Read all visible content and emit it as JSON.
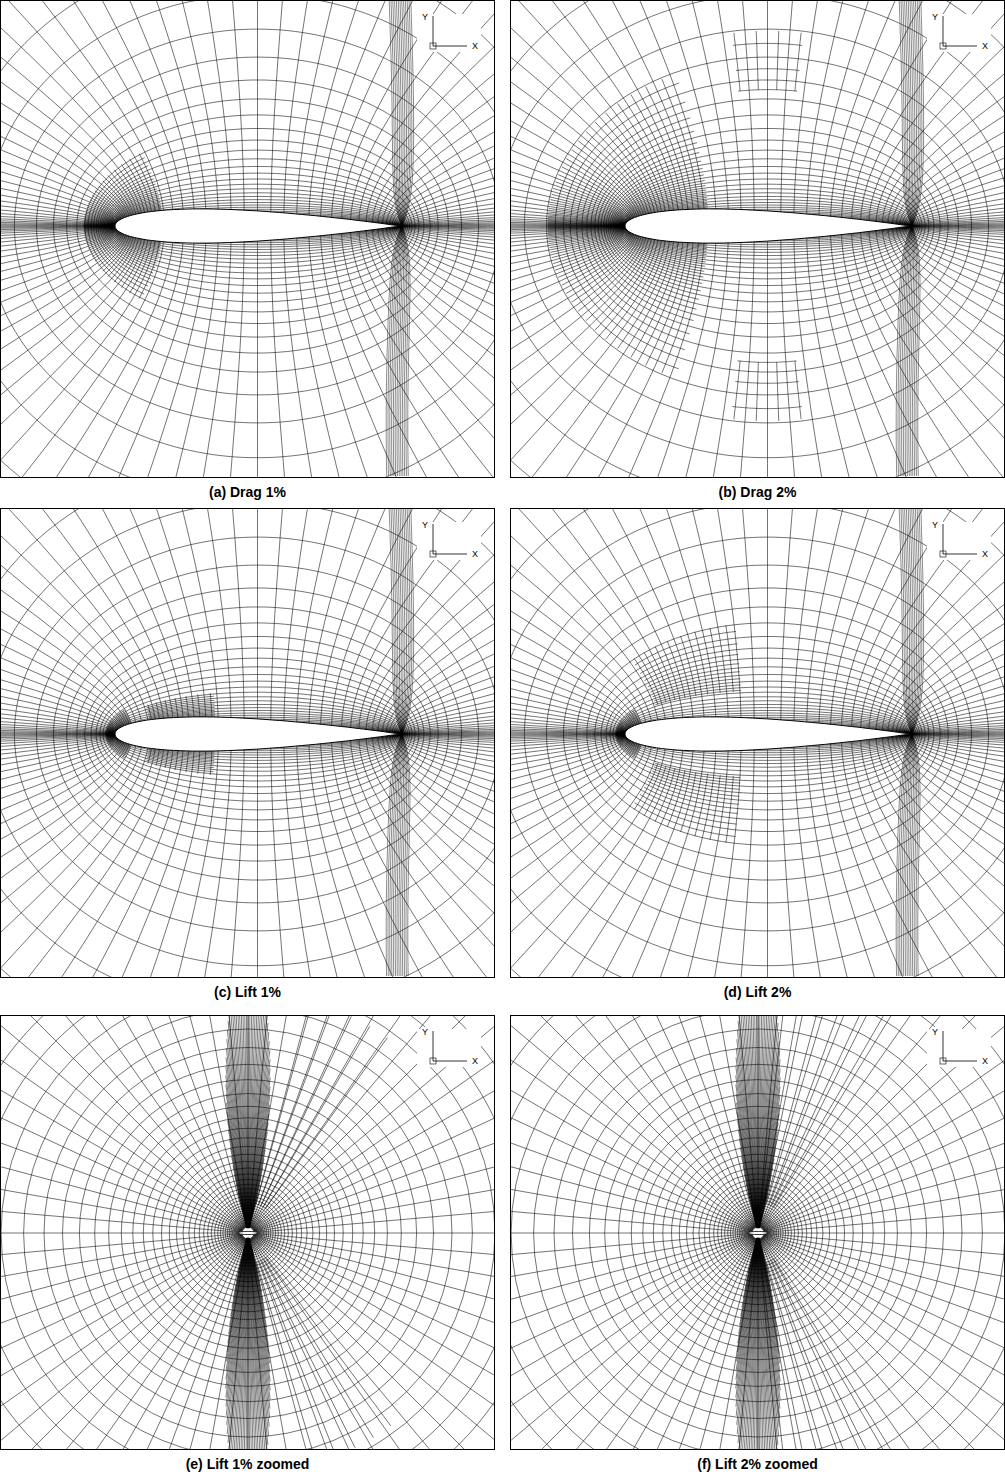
{
  "diagram": {
    "labels": [
      "Y",
      "X",
      "Y",
      "X",
      "(a) Drag 1%",
      "(b) Drag 2%",
      "Y",
      "X",
      "Y",
      "X",
      "(c) Lift 1%",
      "(d) Lift 2%",
      "Y",
      "X",
      "Y",
      "X",
      "(e) Lift 1% zoomed",
      "(f) Lift 2% zoomed"
    ]
  }
}
